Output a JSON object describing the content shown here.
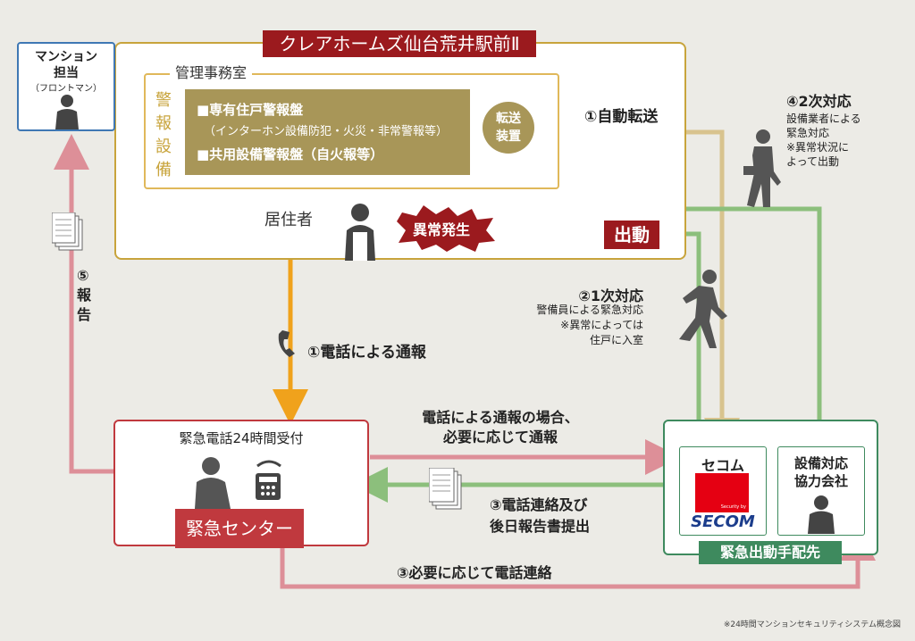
{
  "building": {
    "title": "クレアホームズ仙台荒井駅前Ⅱ",
    "office_label": "管理事務室",
    "equipment_label": "警報設備",
    "alarm_1_line1": "■専有住戸警報盤",
    "alarm_1_line2": "（インターホン設備防犯・火災・非常警報等）",
    "alarm_2": "■共用設備警報盤（自火報等）",
    "transfer_device": "転送装置",
    "resident": "居住者",
    "incident": "異常発生",
    "dispatch": "出動"
  },
  "mansion_staff": {
    "line1": "マンション",
    "line2": "担当",
    "line3": "（フロントマン）"
  },
  "emergency_center": {
    "reception": "緊急電話24時間受付",
    "name": "緊急センター"
  },
  "dispatch_partners": {
    "secom_label": "セコム",
    "secom_logo_small": "Security by",
    "secom_logo": "SECOM",
    "partner_line1": "設備対応",
    "partner_line2": "協力会社",
    "group_label": "緊急出動手配先"
  },
  "flows": {
    "auto_transfer": "①自動転送",
    "phone_report": "①電話による通報",
    "primary_title": "②1次対応",
    "primary_line1": "警備員による緊急対応",
    "primary_line2": "※異常によっては",
    "primary_line3": "住戸に入室",
    "secondary_title": "④2次対応",
    "secondary_line1": "設備業者による",
    "secondary_line2": "緊急対応",
    "secondary_line3": "※異常状況に",
    "secondary_line4": "よって出動",
    "phone_case_line1": "電話による通報の場合、",
    "phone_case_line2": "必要に応じて通報",
    "phone_contact_line1": "③電話連絡及び",
    "phone_contact_line2": "後日報告書提出",
    "as_needed": "③必要に応じて電話連絡",
    "report": "⑤報告"
  },
  "footnote": "※24時間マンションセキュリティシステム概念図",
  "colors": {
    "gold": "#c8a43c",
    "olive": "#a89658",
    "crimson": "#9b1a1e",
    "red_box": "#c0393e",
    "green": "#3e8a5e",
    "orange": "#f0a21c",
    "pink_arrow": "#dd8f98",
    "green_arrow": "#8cbf7c",
    "tan_arrow": "#d8c38e",
    "blue": "#3f78b4"
  }
}
